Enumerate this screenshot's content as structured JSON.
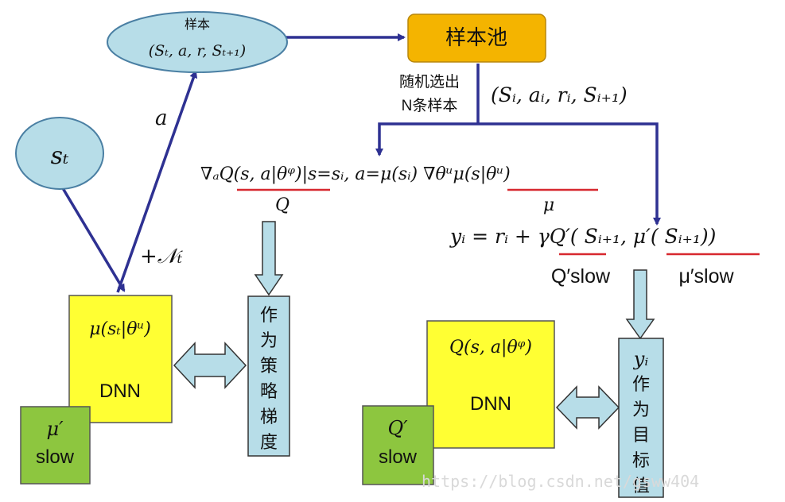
{
  "colors": {
    "flow_line": "#2e3192",
    "ellipse_fill": "#b7dde8",
    "ellipse_stroke": "#4a7fa3",
    "pool_fill": "#f4b400",
    "dnn_fill": "#ffff33",
    "slow_fill": "#8dc63f",
    "vbar_fill": "#b7dde8",
    "underline": "#d7282f"
  },
  "sample_ellipse": {
    "title": "样本",
    "tuple": "(Sₜ, a, r, Sₜ₊₁)"
  },
  "pool_box": {
    "label": "样本池"
  },
  "state_ellipse": {
    "label": "sₜ"
  },
  "edge_labels": {
    "action": "a",
    "noise": "+𝒩ₜ",
    "random_select_line1": "随机选出",
    "random_select_line2": "N条样本",
    "batch_tuple": "(Sᵢ, aᵢ, rᵢ, Sᵢ₊₁)"
  },
  "policy_gradient": {
    "formula": "∇ₐQ(s, a|θᵠ)|s=sᵢ, a=μ(sᵢ) ∇θᵘμ(s|θᵘ)",
    "q_label": "Q",
    "mu_label": "μ"
  },
  "target_formula": {
    "formula": "yᵢ = rᵢ + γQ′( Sᵢ₊₁, μ′( Sᵢ₊₁))",
    "q_slow_label": "Q′slow",
    "mu_slow_label": "μ′slow"
  },
  "actor_dnn": {
    "formula": "μ(sₜ|θᵘ)",
    "label": "DNN"
  },
  "actor_slow": {
    "symbol": "μ′",
    "label": "slow"
  },
  "critic_dnn": {
    "formula": "Q(s, a|θᵠ)",
    "label": "DNN"
  },
  "critic_slow": {
    "symbol": "Q′",
    "label": "slow"
  },
  "policy_bar": {
    "chars": [
      "作",
      "为",
      "策",
      "略",
      "梯",
      "度"
    ]
  },
  "target_bar": {
    "head": "yᵢ",
    "chars": [
      "作",
      "为",
      "目",
      "标",
      "值"
    ]
  },
  "watermark": "https://blog.csdn.net/gsww404"
}
